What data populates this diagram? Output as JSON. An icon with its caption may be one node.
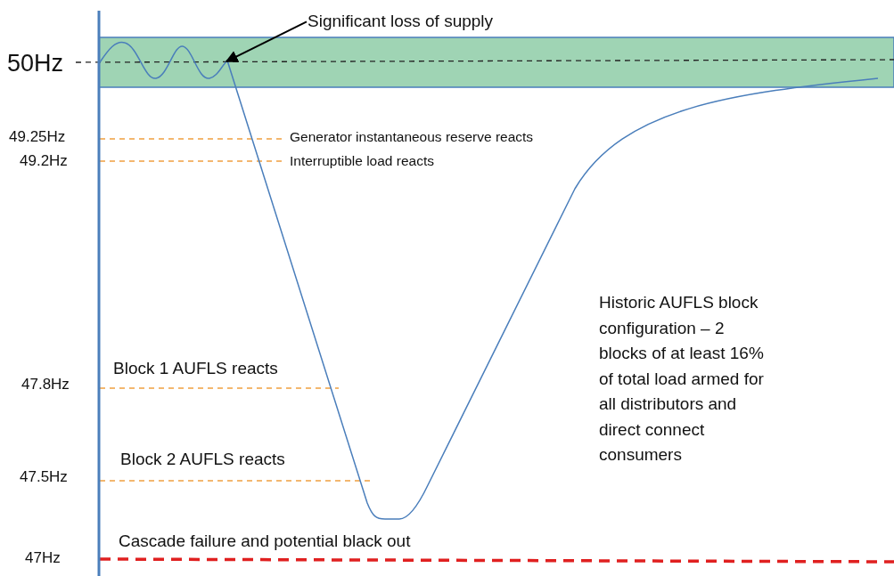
{
  "diagram": {
    "nodes": [
      {
        "text": [
          "Significant loss of supply"
        ]
      },
      {
        "text": [],
        "shape": "line"
      }
    ],
    "edges": [
      {
        "from": 0,
        "to": 1,
        "arrow": "to"
      }
    ],
    "labels": [
      "50Hz",
      "49.25Hz",
      "Generator instantaneous reserve reacts",
      "49.2Hz",
      "Interruptible load reacts",
      "Block 1 AUFLS reacts",
      "47.8Hz",
      "Block 2 AUFLS reacts",
      "47.5Hz",
      "Historic AUFLS block configuration – 2 blocks of at least 16% of total load armed for all distributors and direct connect consumers",
      "Cascade failure and potential black out",
      "47Hz"
    ]
  }
}
